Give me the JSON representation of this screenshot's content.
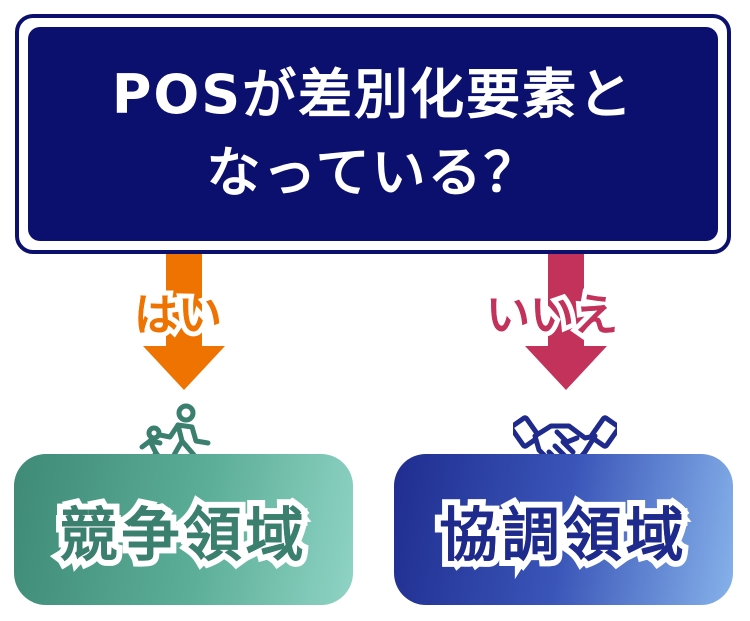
{
  "question": {
    "line1": "POSが差別化要素と",
    "line2": "なっている？"
  },
  "branches": {
    "yes": {
      "label": "はい",
      "color": "#ee7300",
      "icon": "running-people-icon"
    },
    "no": {
      "label": "いいえ",
      "color": "#c2325a",
      "icon": "handshake-icon"
    }
  },
  "results": {
    "competitive": {
      "label": "競争領域",
      "color": "#3b7f6f"
    },
    "cooperative": {
      "label": "協調領域",
      "color": "#1e2b8c"
    }
  }
}
